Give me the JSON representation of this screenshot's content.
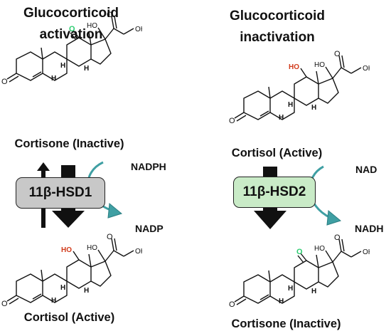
{
  "colors": {
    "enzyme1_fill": "#c8c8c8",
    "enzyme2_fill": "#c9ebc7",
    "cofactor_arrow": "#3f9fa3",
    "keto_oxygen": "#2ecc71",
    "hydroxyl_oxygen": "#d13a1a"
  },
  "left": {
    "heading": "Glucocorticoid\nactivation",
    "substrate": "Cortisone (Inactive)",
    "enzyme": "11β-HSD1",
    "cofactor_in": "NADPH",
    "cofactor_out": "NADP",
    "product": "Cortisol (Active)"
  },
  "right": {
    "heading": "Glucocorticoid\ninactivation",
    "substrate": "Cortisol (Active)",
    "enzyme": "11β-HSD2",
    "cofactor_in": "NAD",
    "cofactor_out": "NADH",
    "product": "Cortisone (Inactive)"
  },
  "molecule": {
    "oh_text": "OH",
    "ho_text": "HO",
    "o_text": "O",
    "h_text": "H"
  }
}
